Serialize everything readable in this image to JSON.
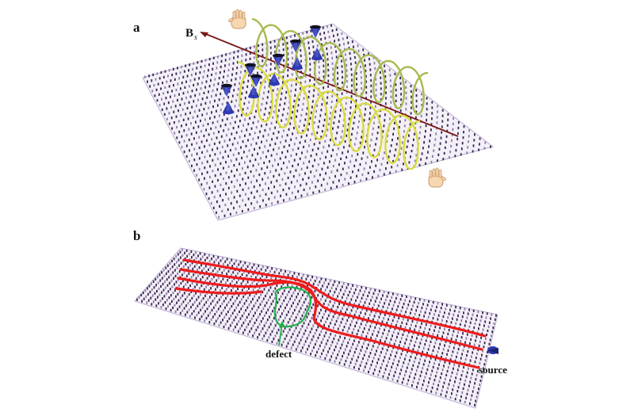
{
  "panels": [
    {
      "id": "a",
      "label": "a"
    },
    {
      "id": "b",
      "label": "b"
    }
  ],
  "field_label": {
    "main": "B",
    "sub": "s"
  },
  "annotations": {
    "defect": "defect",
    "source": "source"
  },
  "colors": {
    "lattice_dot": "#3a2350",
    "lattice_dot_light": "#8e7aa8",
    "slab_edge": "#b9aed0",
    "helix_front": "#d9dc3e",
    "helix_back": "#a6bb50",
    "field_line": "#7b1717",
    "current_line": "#ee1c1c",
    "defect_outline": "#1eb14a",
    "spin_cone": "#2e39b8",
    "spin_tip": "#111122",
    "hand_skin": "#f7d7b0"
  },
  "icons": [
    "right-hand-icon",
    "left-hand-icon",
    "spin-cone-icon",
    "source-icon"
  ]
}
